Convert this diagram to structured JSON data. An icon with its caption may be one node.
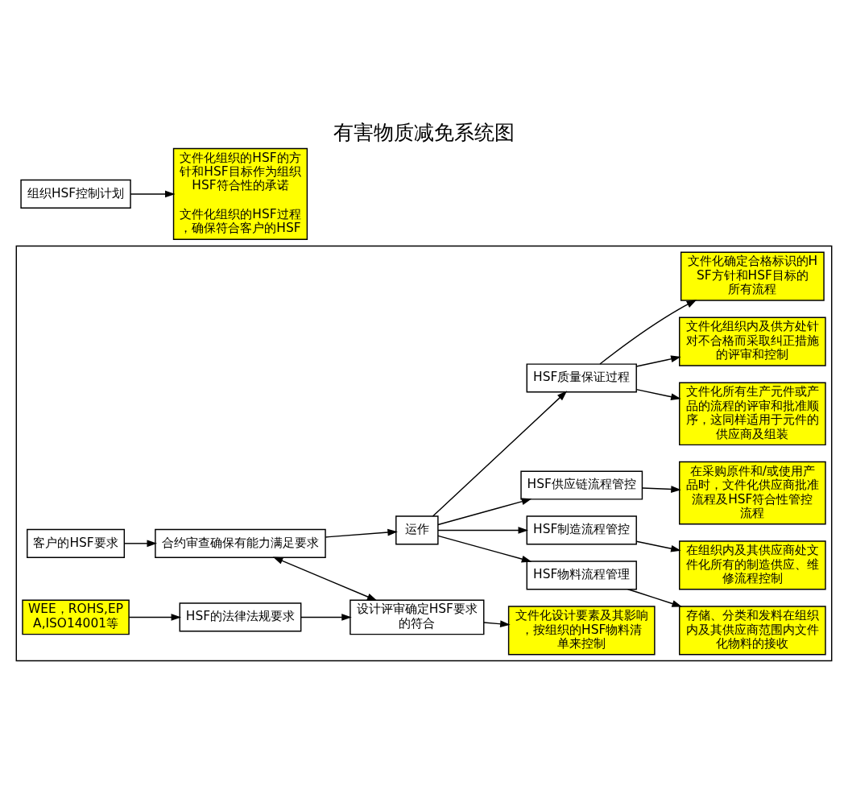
{
  "diagram": {
    "title": "有害物质减免系统图",
    "nodes": [
      {
        "text": [],
        "shape": "box"
      },
      {
        "text": [
          "客户的HSF要求"
        ],
        "in": 0
      },
      {
        "text": [
          "HSF的法律法规要求"
        ],
        "in": 0
      },
      {
        "text": [
          "WEE，ROHS,EPA,ISO14001等"
        ],
        "in": 0
      },
      {
        "text": [
          "合约审查确保有能力满足要求"
        ],
        "in": 0
      },
      {
        "text": [
          "设计评审确定HSF要求的符合"
        ],
        "in": 0
      },
      {
        "text": [
          "组织HSF控制计划"
        ]
      },
      {
        "text": [
          "文件化设计要素及其影响，按组织的HSF物料清单来控制"
        ],
        "in": 0
      },
      {
        "text": [
          "运作"
        ],
        "in": 0
      },
      {
        "text": [
          "HSF物料流程管理"
        ],
        "in": 0
      },
      {
        "text": [
          "存储、分类和发料在组织内及其供应商范围内文件化物料的接收"
        ],
        "in": 0
      },
      {
        "text": [
          "文件化组织的HSF的方针和HSF目标作为组织HSF符合性的承诺",
          "文件化组织的HSF过程，确保符合客户的HSF"
        ]
      },
      {
        "text": [
          "HSF制造流程管控"
        ],
        "in": 0
      },
      {
        "text": [
          "在组织内及其供应商处文件化所有的制造供应、维修流程控制"
        ],
        "in": 0
      },
      {
        "text": [
          "HSF供应链流程管控"
        ],
        "in": 0
      },
      {
        "text": [
          "在采购原件和/或使用产品时，文件化供应商批准流程及HSF符合性管控流程"
        ],
        "in": 0
      },
      {
        "text": [
          "HSF质量保证过程"
        ],
        "in": 0
      },
      {
        "text": [
          "文件化所有生产元件或产品的流程的评审和批准顺序，这同样适用于元件的供应商及组装"
        ],
        "in": 0
      },
      {
        "text": [
          "文件化组织内及供方处针对不合格而采取纠正措施的评审和控制"
        ],
        "in": 0
      },
      {
        "text": [
          "文件化确定合格标识的HSF方针和HSF目标的所有流程"
        ],
        "in": 0
      }
    ],
    "edges": [
      {
        "from": 1,
        "to": 4,
        "arrow": "to"
      },
      {
        "from": 4,
        "to": 5,
        "arrow": "both"
      },
      {
        "from": 2,
        "to": 5,
        "arrow": "to"
      },
      {
        "from": 3,
        "to": 2,
        "arrow": "to"
      },
      {
        "from": 5,
        "to": 7,
        "arrow": "to"
      },
      {
        "from": 4,
        "to": 8,
        "arrow": "to"
      },
      {
        "from": 6,
        "to": 11,
        "arrow": "to"
      },
      {
        "from": 8,
        "to": 9,
        "arrow": "to"
      },
      {
        "from": 8,
        "to": 12,
        "arrow": "to"
      },
      {
        "from": 8,
        "to": 14,
        "arrow": "to"
      },
      {
        "from": 8,
        "to": 16,
        "arrow": "to"
      },
      {
        "from": 9,
        "to": 10,
        "arrow": "to"
      },
      {
        "from": 12,
        "to": 13,
        "arrow": "to"
      },
      {
        "from": 14,
        "to": 15,
        "arrow": "to"
      },
      {
        "from": 16,
        "to": 17,
        "arrow": "to"
      },
      {
        "from": 16,
        "to": 18,
        "arrow": "to"
      },
      {
        "from": 16,
        "to": 19,
        "arrow": "to"
      }
    ]
  }
}
